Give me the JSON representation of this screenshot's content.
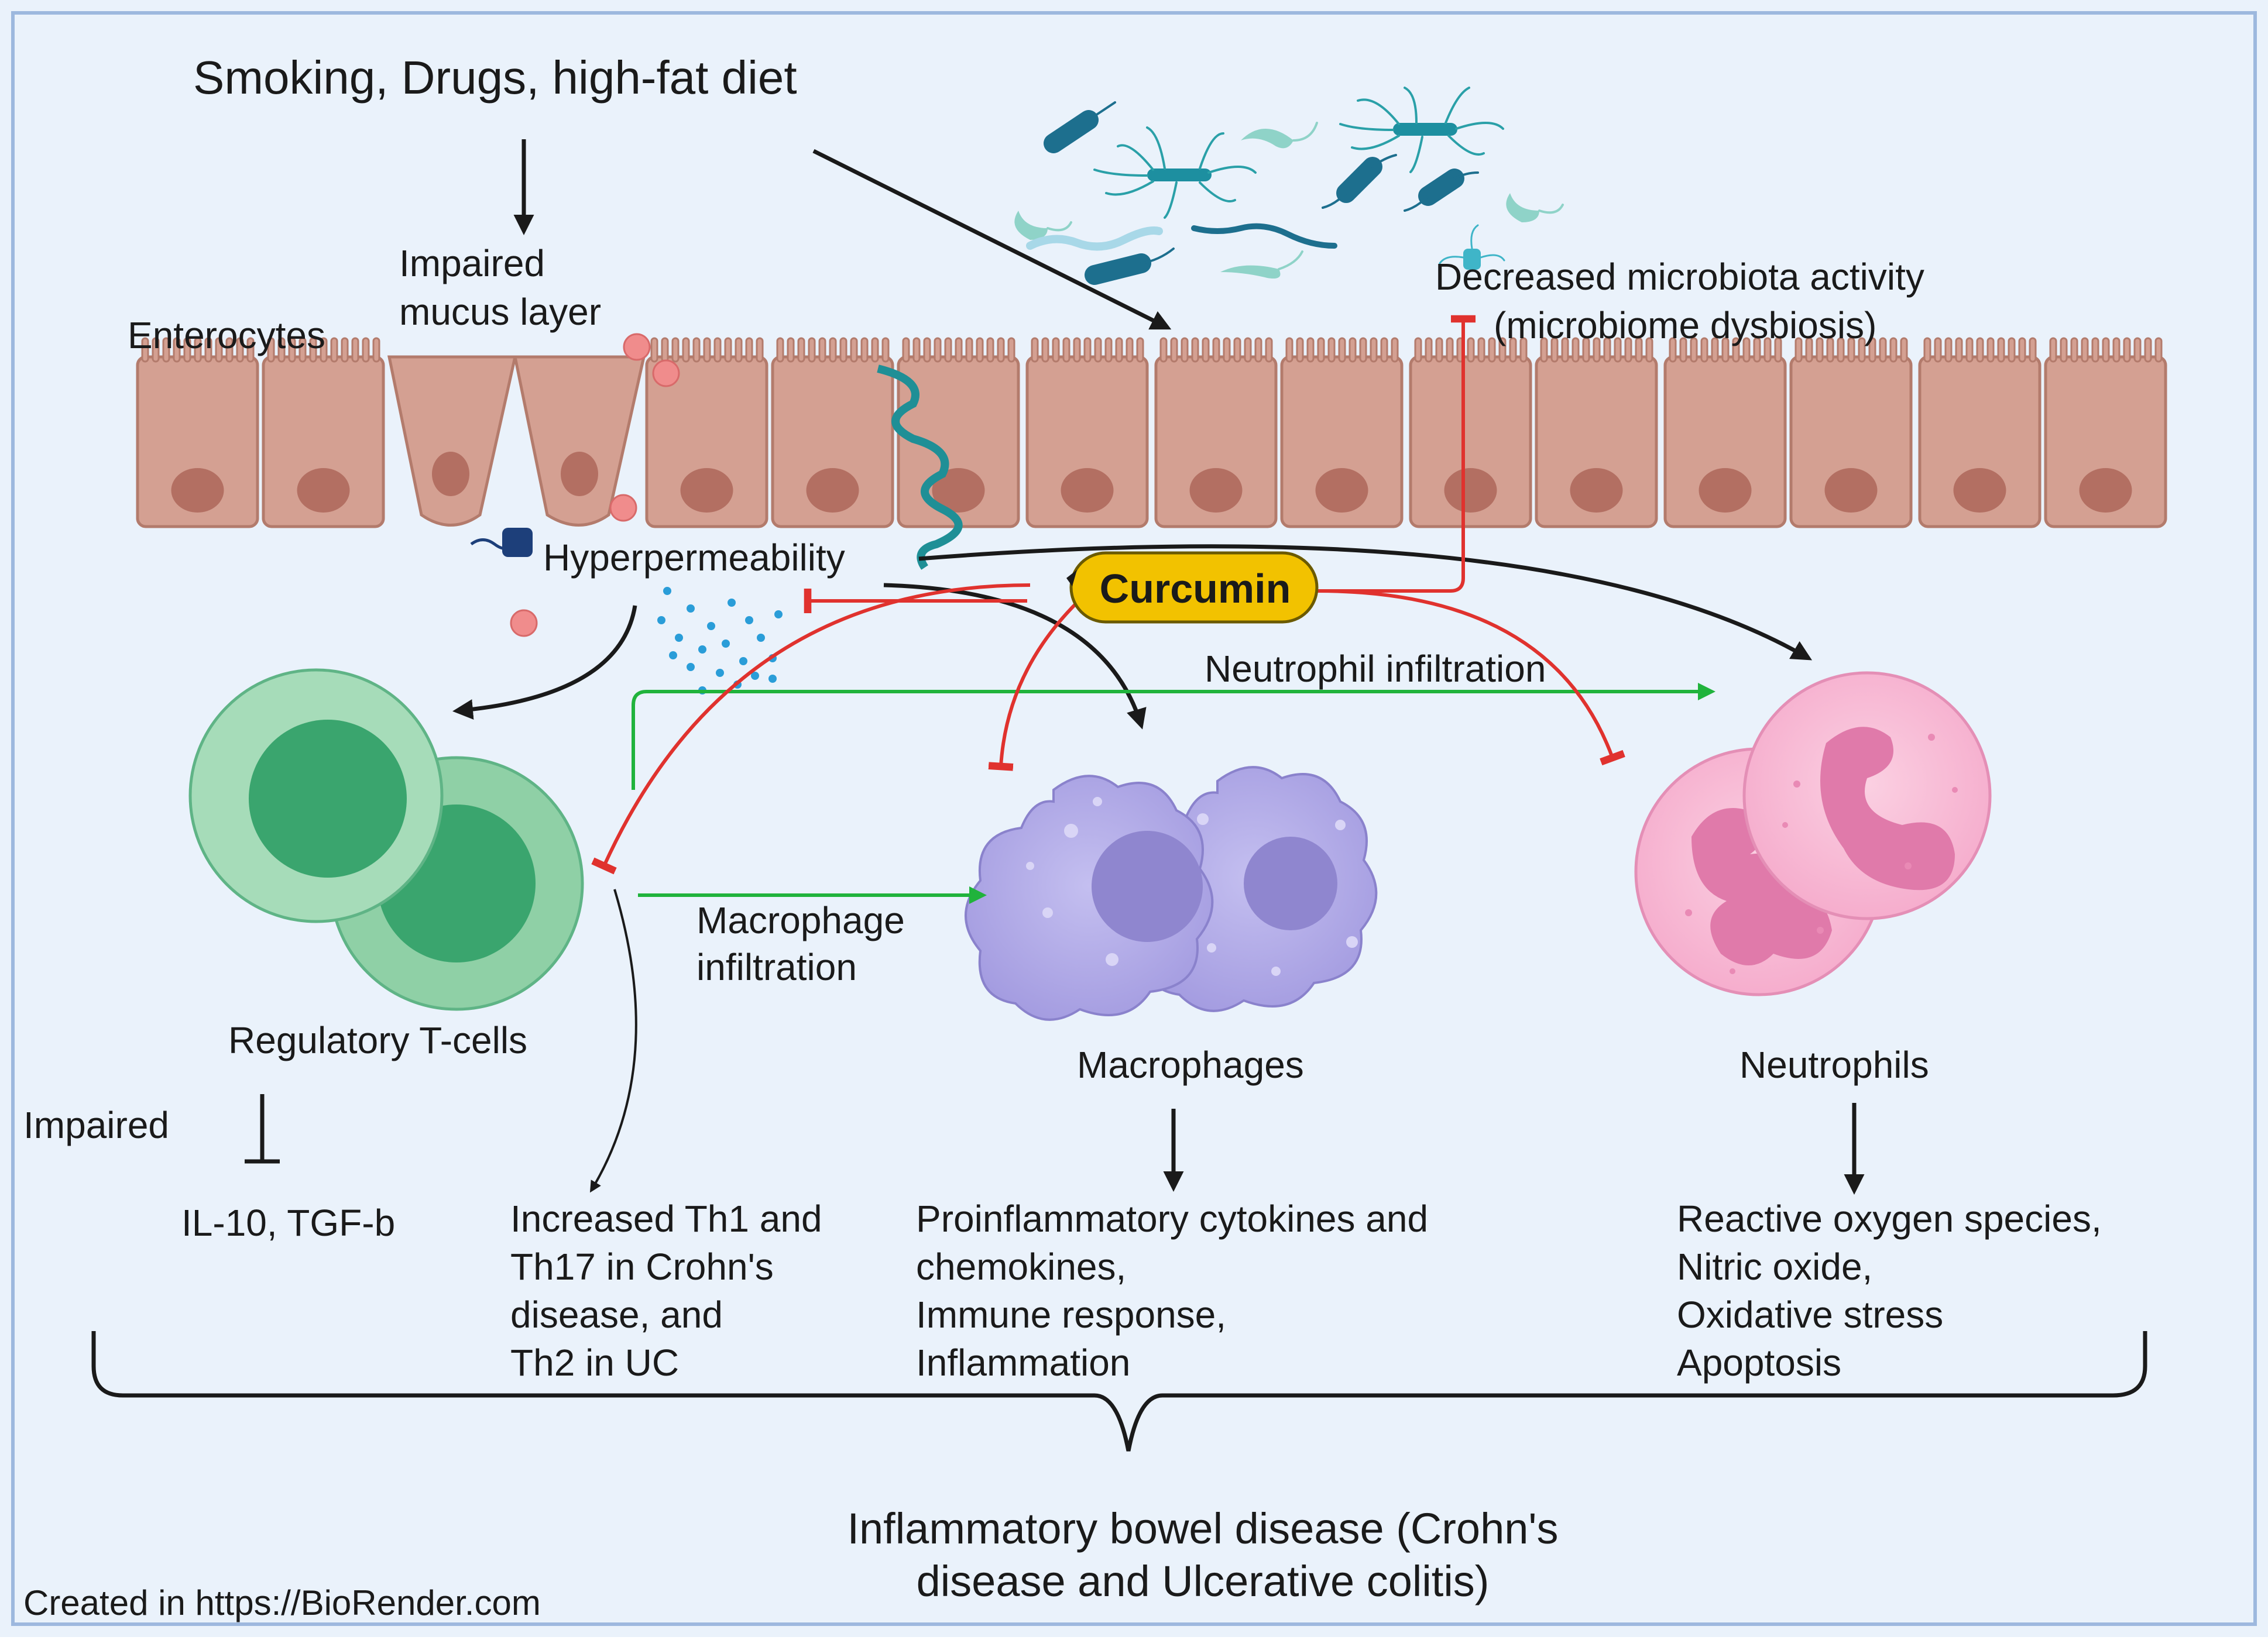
{
  "colors": {
    "background": "#eaf2fb",
    "frame": "#9db8de",
    "enterocyte_fill": "#d4a092",
    "enterocyte_stroke": "#b37b6c",
    "nucleus": "#b36f62",
    "treg_outer": "#8fd0a6",
    "treg_inner": "#3aa56e",
    "macrophage": "#aaa3e3",
    "macrophage_nucleus": "#8f86cf",
    "neutrophil": "#f6b3cf",
    "neutrophil_nucleus": "#e07aaa",
    "curcumin_fill": "#f2c200",
    "inhibit_red": "#e0322e",
    "promote_green": "#20b33c",
    "arrow_black": "#1a1a1a",
    "bacteria_dark": "#1d6f8e",
    "bacteria_light": "#8fd3c8"
  },
  "labels": {
    "risk_factors": "Smoking, Drugs, high-fat diet",
    "impaired_mucus_line1": "Impaired",
    "impaired_mucus_line2": "mucus layer",
    "enterocytes": "Enterocytes",
    "microbiota_line1": "Decreased microbiota activity",
    "microbiota_line2": "(microbiome dysbiosis)",
    "hyperpermeability": "Hyperpermeability",
    "curcumin": "Curcumin",
    "neutrophil_infiltration": "Neutrophil infiltration",
    "macrophage_infiltration_line1": "Macrophage",
    "macrophage_infiltration_line2": "infiltration",
    "regulatory_tcells": "Regulatory T-cells",
    "macrophages": "Macrophages",
    "neutrophils": "Neutrophils",
    "impaired": "Impaired",
    "il10": "IL-10, TGF-b",
    "th_line1": "Increased Th1 and",
    "th_line2": "Th17 in Crohn's",
    "th_line3": "disease, and",
    "th_line4": "Th2 in UC",
    "cyto_line1": "Proinflammatory cytokines and",
    "cyto_line2": "chemokines,",
    "cyto_line3": "Immune response,",
    "cyto_line4": "Inflammation",
    "ros_line1": "Reactive oxygen species,",
    "ros_line2": "Nitric oxide,",
    "ros_line3": "Oxidative stress",
    "ros_line4": "Apoptosis",
    "ibd_line1": "Inflammatory bowel disease (Crohn's",
    "ibd_line2": "disease and Ulcerative colitis)",
    "credit": "Created in  https://BioRender.com"
  }
}
